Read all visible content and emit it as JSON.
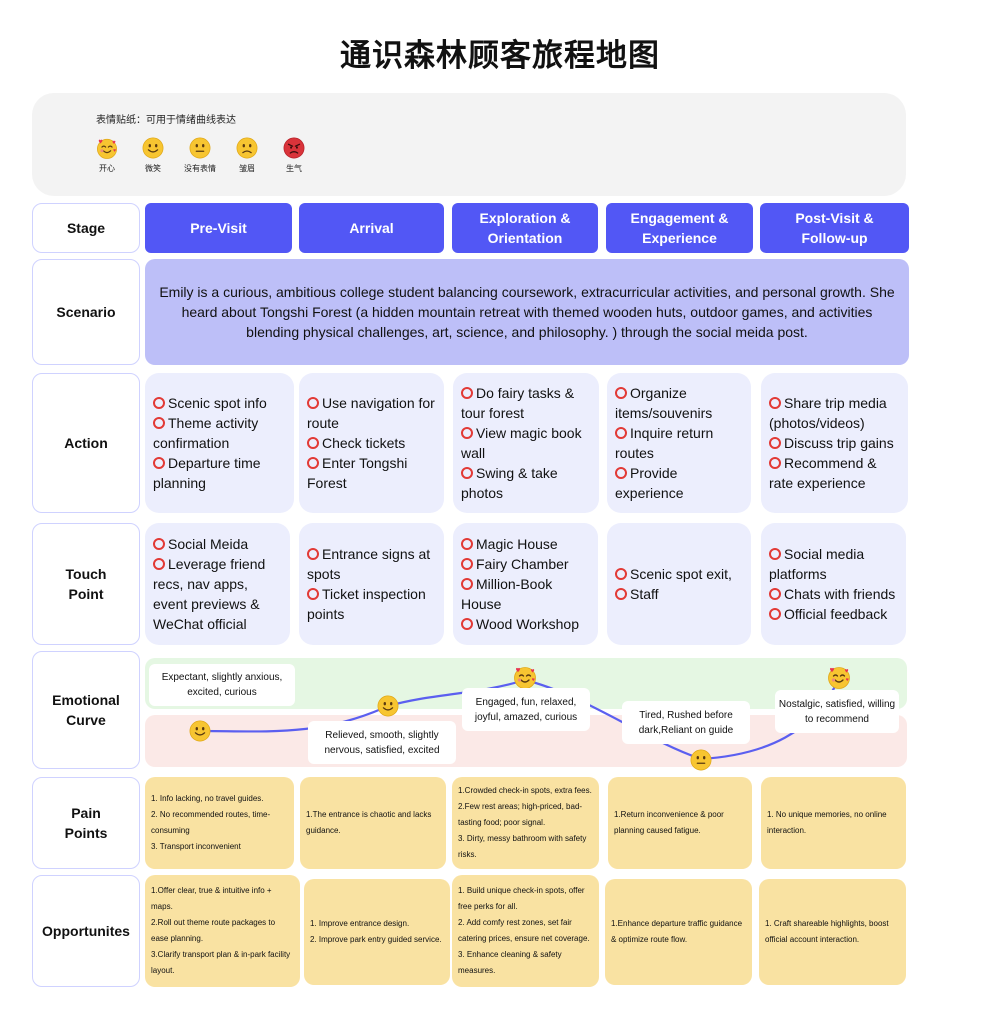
{
  "title": "通识森林顾客旅程地图",
  "legend": {
    "caption": "表情贴纸：可用于情绪曲线表达",
    "items": [
      {
        "label": "开心",
        "icon": "love-face-icon"
      },
      {
        "label": "微笑",
        "icon": "smile-face-icon"
      },
      {
        "label": "没有表情",
        "icon": "neutral-face-icon"
      },
      {
        "label": "皱眉",
        "icon": "frown-face-icon"
      },
      {
        "label": "生气",
        "icon": "angry-face-icon"
      }
    ]
  },
  "row_labels": {
    "stage": "Stage",
    "scenario": "Scenario",
    "action": "Action",
    "touch_point": "Touch Point",
    "emotional_curve": "Emotional Curve",
    "pain_points": "Pain Points",
    "opportunities": "Opportunites"
  },
  "stages": [
    "Pre-Visit",
    "Arrival",
    "Exploration & Orientation",
    "Engagement & Experience",
    "Post-Visit & Follow-up"
  ],
  "scenario": "Emily is a curious, ambitious college student balancing coursework, extracurricular activities, and personal growth. She heard about Tongshi Forest (a hidden mountain retreat with themed wooden huts, outdoor games, and activities blending physical challenges, art, science, and philosophy. ) through the social meida post.",
  "actions": [
    [
      "Scenic spot info",
      "Theme activity confirmation",
      "Departure time planning"
    ],
    [
      "Use navigation for route",
      "Check tickets",
      "Enter Tongshi Forest"
    ],
    [
      "Do fairy tasks & tour forest",
      "View magic book wall",
      "Swing & take photos"
    ],
    [
      "Organize items/souvenirs",
      "Inquire return routes",
      "Provide experience"
    ],
    [
      "Share trip media (photos/videos)",
      "Discuss trip gains",
      "Recommend & rate experience"
    ]
  ],
  "touch_points": [
    [
      "Social Meida",
      "Leverage friend recs, nav apps, event previews & WeChat official"
    ],
    [
      "Entrance signs at spots",
      "Ticket inspection points"
    ],
    [
      "Magic House",
      "Fairy Chamber",
      "Million-Book House",
      "Wood Workshop"
    ],
    [
      "Scenic spot exit,",
      "Staff"
    ],
    [
      "Social media platforms",
      "Chats with friends",
      "Official feedback"
    ]
  ],
  "emotions": [
    {
      "text": "Expectant, slightly anxious, excited, curious",
      "face": "smile-face-icon",
      "level": 2
    },
    {
      "text": "Relieved, smooth, slightly nervous, satisfied, excited",
      "face": "smile-face-icon",
      "level": 3
    },
    {
      "text": "Engaged, fun, relaxed, joyful, amazed, curious",
      "face": "love-face-icon",
      "level": 4
    },
    {
      "text": "Tired, Rushed before dark,Reliant on guide",
      "face": "neutral-face-icon",
      "level": 1
    },
    {
      "text": "Nostalgic, satisfied, willing to recommend",
      "face": "love-face-icon",
      "level": 4
    }
  ],
  "pain_points": [
    [
      "1. Info lacking, no travel guides.",
      "2. No recommended routes, time-consuming",
      "3. Transport inconvenient"
    ],
    [
      "1.The entrance is chaotic and lacks guidance."
    ],
    [
      "1.Crowded check-in spots, extra fees.",
      "2.Few rest areas; high-priced, bad-tasting food; poor signal.",
      "3. Dirty, messy bathroom with safety risks."
    ],
    [
      "1.Return inconvenience & poor planning caused fatigue."
    ],
    [
      "1. No unique memories, no online interaction."
    ]
  ],
  "opportunities": [
    [
      "1.Offer clear, true & intuitive info + maps.",
      "2.Roll out theme route packages to ease planning.",
      "3.Clarify transport plan & in-park facility layout."
    ],
    [
      "1. Improve entrance design.",
      "2. Improve park entry guided service."
    ],
    [
      "1. Build unique check-in spots, offer free perks for all.",
      "2. Add comfy rest zones, set fair catering prices, ensure net coverage.",
      "3. Enhance cleaning & safety measures."
    ],
    [
      "1.Enhance departure traffic guidance & optimize route flow."
    ],
    [
      "1. Craft shareable highlights, boost official account interaction."
    ]
  ],
  "colors": {
    "stage_blue": "#5257f5",
    "scenario_lavender": "#bdbff8",
    "cell_lavender": "#eceefd",
    "pain_yellow": "#f9e2a2",
    "curve_line": "#5b5ff0",
    "positive_band": "#e5f7e3",
    "negative_band": "#fbe9e7",
    "bullet_red": "#e23a36"
  }
}
